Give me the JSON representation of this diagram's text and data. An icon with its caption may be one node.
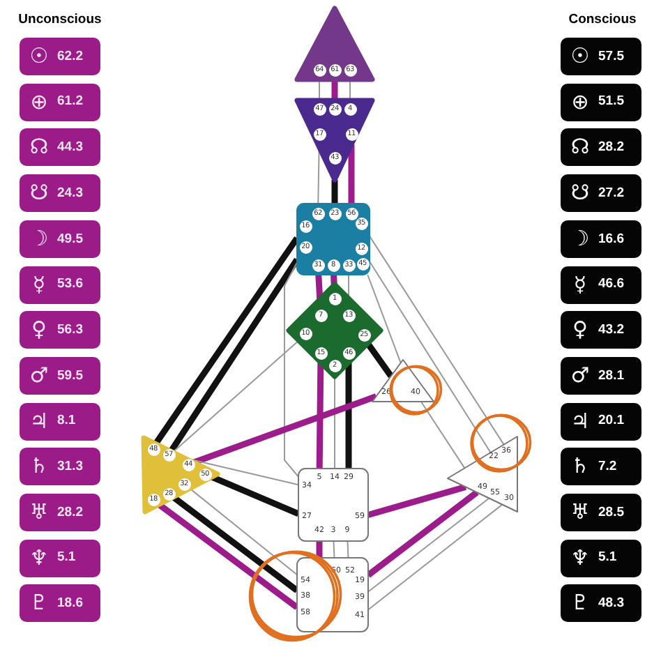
{
  "diagram": {
    "nodes": [
      {
        "text": [
          "64",
          "61",
          "63"
        ]
      },
      {
        "text": [
          "47",
          "24",
          "4",
          "17",
          "11",
          "43"
        ]
      },
      {
        "text": [
          "62",
          "23",
          "56",
          "16",
          "35",
          "20",
          "12",
          "31",
          "8",
          "33",
          "45"
        ]
      },
      {
        "text": [
          "1",
          "7",
          "13",
          "10",
          "25",
          "15",
          "46",
          "2"
        ]
      },
      {
        "text": [
          "26",
          "40"
        ]
      },
      {
        "text": [
          "48",
          "57",
          "44",
          "50",
          "32",
          "28",
          "18"
        ]
      },
      {
        "text": [
          "36",
          "22",
          "49",
          "55",
          "30"
        ]
      },
      {
        "text": [
          "5",
          "14",
          "29",
          "34",
          "27",
          "59",
          "42",
          "3",
          "9"
        ]
      },
      {
        "text": [
          "60",
          "52",
          "54",
          "38",
          "58",
          "19",
          "39",
          "41"
        ]
      },
      {
        "text": [
          "☉",
          "62.2"
        ]
      },
      {
        "text": [
          "⊕",
          "61.2"
        ]
      },
      {
        "text": [
          "☊",
          "44.3"
        ]
      },
      {
        "text": [
          "☋",
          "24.3"
        ]
      },
      {
        "text": [
          "☽",
          "49.5"
        ]
      },
      {
        "text": [
          "☿",
          "53.6"
        ]
      },
      {
        "text": [
          "♀",
          "56.3"
        ]
      },
      {
        "text": [
          "♂",
          "59.5"
        ]
      },
      {
        "text": [
          "♃",
          "8.1"
        ]
      },
      {
        "text": [
          "♄",
          "31.3"
        ]
      },
      {
        "text": [
          "♅",
          "28.2"
        ]
      },
      {
        "text": [
          "♆",
          "5.1"
        ]
      },
      {
        "text": [
          "♇",
          "18.6"
        ]
      },
      {
        "text": [
          "☉",
          "57.5"
        ]
      },
      {
        "text": [
          "⊕",
          "51.5"
        ]
      },
      {
        "text": [
          "☊",
          "28.2"
        ]
      },
      {
        "text": [
          "☋",
          "27.2"
        ]
      },
      {
        "text": [
          "☽",
          "16.6"
        ]
      },
      {
        "text": [
          "☿",
          "46.6"
        ]
      },
      {
        "text": [
          "♀",
          "43.2"
        ]
      },
      {
        "text": [
          "♂",
          "28.1"
        ]
      },
      {
        "text": [
          "♃",
          "20.1"
        ]
      },
      {
        "text": [
          "♄",
          "7.2"
        ]
      },
      {
        "text": [
          "♅",
          "28.5"
        ]
      },
      {
        "text": [
          "♆",
          "5.1"
        ]
      },
      {
        "text": [
          "♇",
          "48.3"
        ]
      }
    ],
    "edges": [
      {
        "from": 0,
        "to": 1,
        "arrow": "none"
      },
      {
        "from": 0,
        "to": 1,
        "arrow": "none",
        "style": "thick",
        "color": "#9c1c8c"
      },
      {
        "from": 0,
        "to": 1,
        "arrow": "none"
      },
      {
        "from": 1,
        "to": 2,
        "arrow": "none"
      },
      {
        "from": 1,
        "to": 2,
        "arrow": "none",
        "style": "thick",
        "color": "#111111"
      },
      {
        "from": 1,
        "to": 2,
        "arrow": "none",
        "style": "thick",
        "color": "#9c1c8c"
      },
      {
        "from": 2,
        "to": 3,
        "arrow": "none",
        "style": "thick",
        "color": "#9c1c8c"
      },
      {
        "from": 2,
        "to": 3,
        "arrow": "none",
        "style": "thick",
        "color": "#9c1c8c"
      },
      {
        "from": 2,
        "to": 3,
        "arrow": "none"
      },
      {
        "from": 2,
        "to": 5,
        "arrow": "none",
        "style": "thick",
        "color": "#111111"
      },
      {
        "from": 2,
        "to": 5,
        "arrow": "none",
        "style": "thick",
        "color": "#111111"
      },
      {
        "from": 2,
        "to": 7,
        "arrow": "none"
      },
      {
        "from": 2,
        "to": 6,
        "arrow": "none"
      },
      {
        "from": 2,
        "to": 6,
        "arrow": "none"
      },
      {
        "from": 2,
        "to": 4,
        "arrow": "none"
      },
      {
        "from": 3,
        "to": 4,
        "arrow": "none",
        "style": "thick",
        "color": "#111111"
      },
      {
        "from": 3,
        "to": 7,
        "arrow": "none",
        "style": "thick",
        "color": "#9c1c8c"
      },
      {
        "from": 3,
        "to": 7,
        "arrow": "none"
      },
      {
        "from": 3,
        "to": 7,
        "arrow": "none",
        "style": "thick",
        "color": "#111111"
      },
      {
        "from": 3,
        "to": 5,
        "arrow": "none"
      },
      {
        "from": 5,
        "to": 4,
        "arrow": "none",
        "style": "thick",
        "color": "#9c1c8c"
      },
      {
        "from": 5,
        "to": 7,
        "arrow": "none",
        "style": "thick",
        "color": "#111111"
      },
      {
        "from": 5,
        "to": 7,
        "arrow": "none"
      },
      {
        "from": 5,
        "to": 8,
        "arrow": "none"
      },
      {
        "from": 5,
        "to": 8,
        "arrow": "none",
        "style": "thick",
        "color": "#111111"
      },
      {
        "from": 5,
        "to": 8,
        "arrow": "none",
        "style": "thick",
        "color": "#9c1c8c"
      },
      {
        "from": 7,
        "to": 6,
        "arrow": "none",
        "style": "thick",
        "color": "#9c1c8c"
      },
      {
        "from": 7,
        "to": 8,
        "arrow": "none",
        "style": "thick",
        "color": "#9c1c8c"
      },
      {
        "from": 7,
        "to": 8,
        "arrow": "none"
      },
      {
        "from": 7,
        "to": 8,
        "arrow": "none"
      },
      {
        "from": 4,
        "to": 6,
        "arrow": "none"
      },
      {
        "from": 6,
        "to": 8,
        "arrow": "none",
        "style": "thick",
        "color": "#9c1c8c"
      },
      {
        "from": 6,
        "to": 8,
        "arrow": "none"
      },
      {
        "from": 6,
        "to": 8,
        "arrow": "none"
      }
    ],
    "labels": [
      "Unconscious",
      "Conscious"
    ]
  }
}
